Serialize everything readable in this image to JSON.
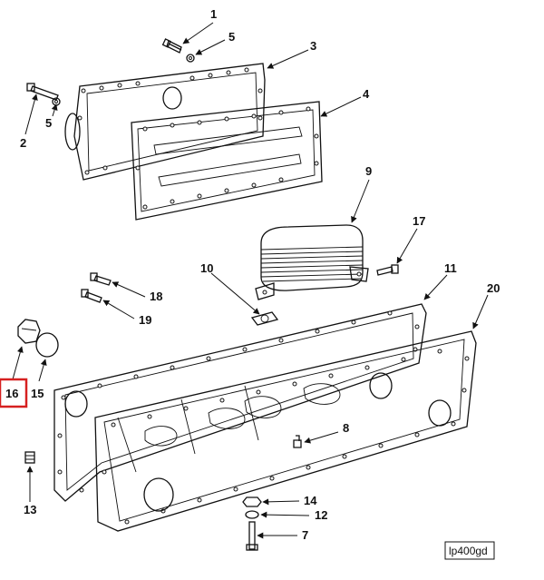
{
  "callouts": {
    "c1": "1",
    "c2": "2",
    "c3": "3",
    "c4": "4",
    "c5a": "5",
    "c5b": "5",
    "c7": "7",
    "c8": "8",
    "c9": "9",
    "c10": "10",
    "c11": "11",
    "c12": "12",
    "c13": "13",
    "c14": "14",
    "c15": "15",
    "c16": "16",
    "c17": "17",
    "c18": "18",
    "c19": "19",
    "c20": "20"
  },
  "reference_code": "lp400gd",
  "highlight_color": "#d62020"
}
